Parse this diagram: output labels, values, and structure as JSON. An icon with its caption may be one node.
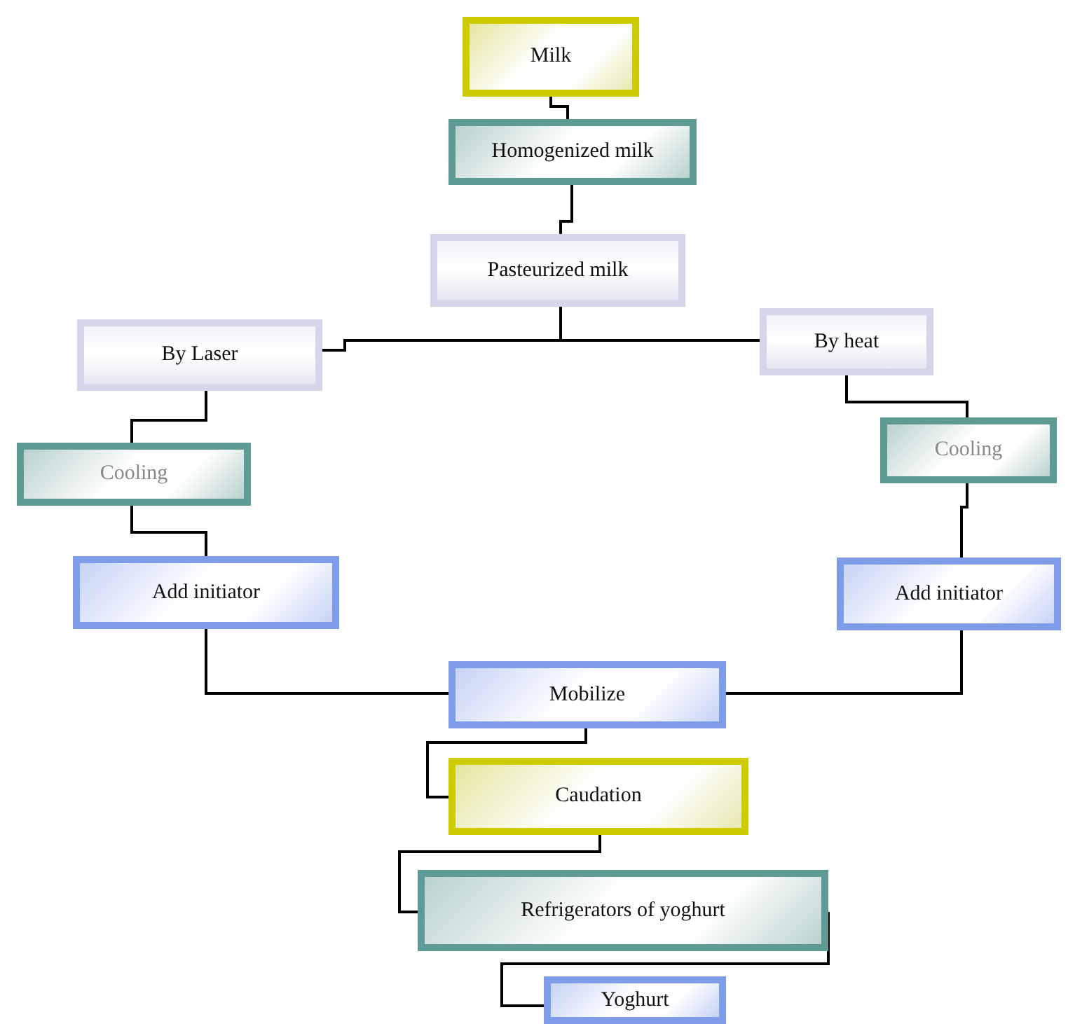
{
  "diagram": {
    "nodes": [
      {
        "text": [
          "Milk"
        ]
      },
      {
        "text": [
          "Homogenized milk"
        ]
      },
      {
        "text": [
          "Pasteurized milk"
        ]
      },
      {
        "text": [
          "By Laser"
        ]
      },
      {
        "text": [
          "By heat"
        ]
      },
      {
        "text": [
          "Cooling"
        ]
      },
      {
        "text": [
          "Cooling"
        ]
      },
      {
        "text": [
          "Add initiator"
        ]
      },
      {
        "text": [
          "Add initiator"
        ]
      },
      {
        "text": [
          "Mobilize"
        ]
      },
      {
        "text": [
          "Caudation"
        ]
      },
      {
        "text": [
          "Refrigerators of yoghurt"
        ]
      },
      {
        "text": [
          "Yoghurt"
        ]
      }
    ],
    "edges": [
      {
        "from": 0,
        "to": 1,
        "arrow": "none"
      },
      {
        "from": 1,
        "to": 2,
        "arrow": "none"
      },
      {
        "from": 2,
        "to": 3,
        "arrow": "none"
      },
      {
        "from": 2,
        "to": 4,
        "arrow": "none"
      },
      {
        "from": 3,
        "to": 5,
        "arrow": "none"
      },
      {
        "from": 4,
        "to": 6,
        "arrow": "none"
      },
      {
        "from": 5,
        "to": 7,
        "arrow": "none"
      },
      {
        "from": 6,
        "to": 8,
        "arrow": "none"
      },
      {
        "from": 7,
        "to": 9,
        "arrow": "none"
      },
      {
        "from": 8,
        "to": 9,
        "arrow": "none"
      },
      {
        "from": 9,
        "to": 10,
        "arrow": "none"
      },
      {
        "from": 10,
        "to": 11,
        "arrow": "none"
      },
      {
        "from": 11,
        "to": 12,
        "arrow": "none"
      }
    ]
  }
}
